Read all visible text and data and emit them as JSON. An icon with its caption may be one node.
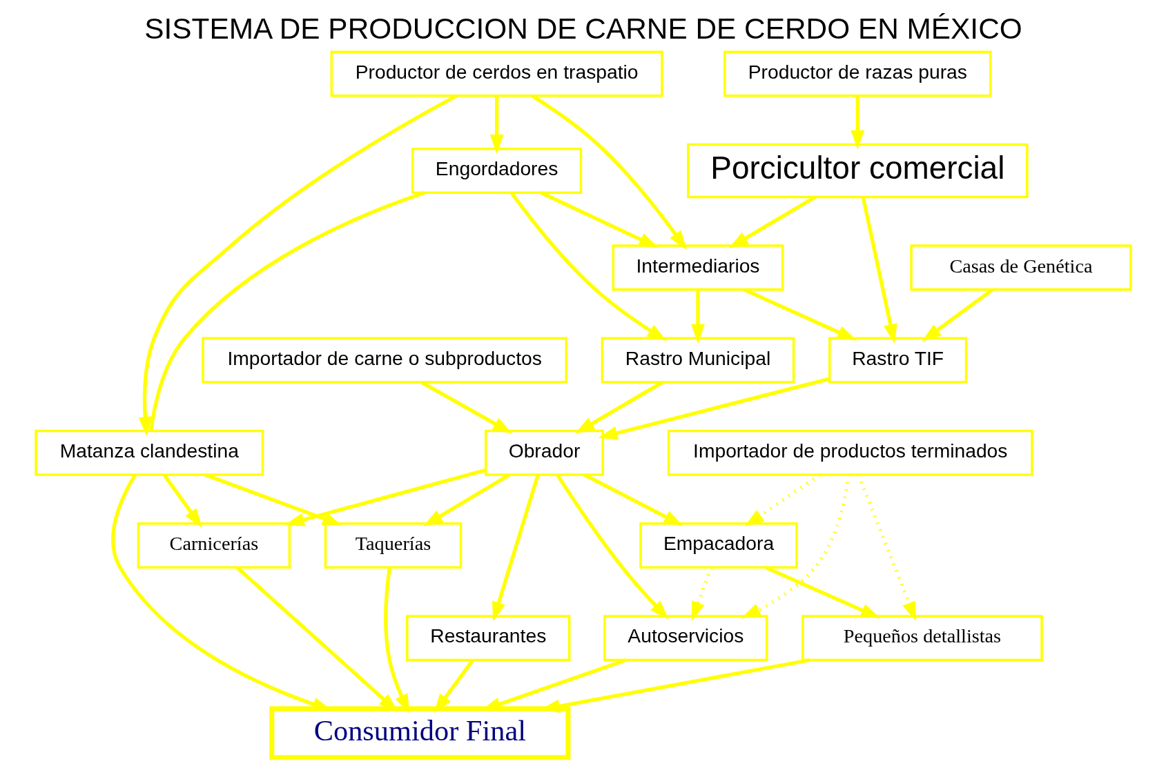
{
  "diagram": {
    "title": "SISTEMA DE PRODUCCION DE CARNE DE CERDO EN MÉXICO",
    "nodes": [
      {
        "text": [
          "Casas de Genética"
        ]
      },
      {
        "text": [
          "Productor de razas puras"
        ]
      },
      {
        "text": [
          "Productor de cerdos en traspatio"
        ]
      },
      {
        "text": [
          "Porcicultor comercial"
        ]
      },
      {
        "text": [
          "Engordadores"
        ]
      },
      {
        "text": [
          "Matanza clandestina"
        ]
      },
      {
        "text": [
          "Intermediarios"
        ]
      },
      {
        "text": [
          "Rastro TIF"
        ]
      },
      {
        "text": [
          "Rastro Municipal"
        ]
      },
      {
        "text": [
          "Importador de carne o subproductos"
        ]
      },
      {
        "text": [
          "Obrador"
        ]
      },
      {
        "text": [
          "Importador de productos terminados"
        ]
      },
      {
        "text": [
          "Autoservicios"
        ]
      },
      {
        "text": [
          "Empacadora"
        ]
      },
      {
        "text": [
          "Carnicerías"
        ]
      },
      {
        "text": [
          "Restaurantes"
        ]
      },
      {
        "text": [
          "Pequeños detallistas"
        ]
      },
      {
        "text": [
          "Taquerías"
        ]
      },
      {
        "text": [
          "Consumidor Final"
        ]
      }
    ],
    "edges": [
      {
        "from": 1,
        "to": 3,
        "arrow": "to"
      },
      {
        "from": 0,
        "to": 7,
        "arrow": "to"
      },
      {
        "from": 2,
        "to": 6,
        "arrow": "to"
      },
      {
        "from": 2,
        "to": 4,
        "arrow": "to"
      },
      {
        "from": 2,
        "to": 5,
        "arrow": "to"
      },
      {
        "from": 4,
        "to": 6,
        "arrow": "to"
      },
      {
        "from": 4,
        "to": 5,
        "arrow": "none"
      },
      {
        "from": 4,
        "to": 8,
        "arrow": "to"
      },
      {
        "from": 3,
        "to": 7,
        "arrow": "to"
      },
      {
        "from": 3,
        "to": 6,
        "arrow": "to"
      },
      {
        "from": 6,
        "to": 7,
        "arrow": "to"
      },
      {
        "from": 6,
        "to": 8,
        "arrow": "to"
      },
      {
        "from": 7,
        "to": 10,
        "arrow": "to"
      },
      {
        "from": 8,
        "to": 10,
        "arrow": "to"
      },
      {
        "from": 9,
        "to": 10,
        "arrow": "to"
      },
      {
        "from": 10,
        "to": 12,
        "arrow": "to"
      },
      {
        "from": 10,
        "to": 13,
        "arrow": "to"
      },
      {
        "from": 10,
        "to": 14,
        "arrow": "to"
      },
      {
        "from": 10,
        "to": 15,
        "arrow": "to"
      },
      {
        "from": 10,
        "to": 17,
        "arrow": "to"
      },
      {
        "from": 11,
        "to": 12,
        "arrow": "to",
        "style": "dashed"
      },
      {
        "from": 11,
        "to": 13,
        "arrow": "to",
        "style": "dashed"
      },
      {
        "from": 11,
        "to": 16,
        "arrow": "to",
        "style": "dashed"
      },
      {
        "from": 13,
        "to": 12,
        "arrow": "to",
        "style": "dashed"
      },
      {
        "from": 13,
        "to": 16,
        "arrow": "to"
      },
      {
        "from": 5,
        "to": 14,
        "arrow": "to"
      },
      {
        "from": 5,
        "to": 17,
        "arrow": "to"
      },
      {
        "from": 5,
        "to": 18,
        "arrow": "to"
      },
      {
        "from": 12,
        "to": 18,
        "arrow": "to"
      },
      {
        "from": 14,
        "to": 18,
        "arrow": "to"
      },
      {
        "from": 15,
        "to": 18,
        "arrow": "to"
      },
      {
        "from": 16,
        "to": 18,
        "arrow": "to"
      },
      {
        "from": 17,
        "to": 18,
        "arrow": "to"
      }
    ]
  }
}
